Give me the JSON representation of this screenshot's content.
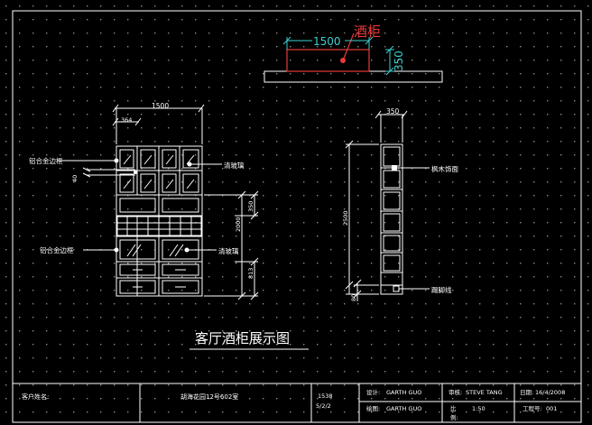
{
  "plan": {
    "label": "酒柜",
    "width_dim": "1500",
    "depth_dim": "350"
  },
  "front": {
    "width_dim": "1500",
    "sub_dim": "364",
    "height_total": "2000",
    "height_upper": "350",
    "height_lower": "813",
    "side_dim": "40",
    "callout_frame_top": "铝合金边框",
    "callout_frame_bottom": "铝合金边框",
    "callout_glass_top": "清玻璃",
    "callout_glass_bottom": "清玻璃"
  },
  "side": {
    "depth_dim": "350",
    "height_dim": "2500",
    "base_dim": "80",
    "callout_panel": "枫木饰面",
    "callout_plinth": "踢脚线"
  },
  "drawing_title": "客厅酒柜展示图",
  "title_block": {
    "client_label": "客户姓名:",
    "project": "胡海花园12号602室",
    "num_a": "1538",
    "num_b": "5/2/2",
    "design_label": "设计:",
    "design_name": "GARTH GUO",
    "draw_label": "绘图:",
    "draw_name": "GARTH GUO",
    "review_label": "审核:",
    "review_name": "STEVE TANG",
    "scale_label": "比",
    "scale_value": "1:50",
    "example_label": "例:",
    "date_label": "日期:",
    "date_value": "16/4/2008",
    "job_label": "工程号:",
    "job_value": "001"
  }
}
